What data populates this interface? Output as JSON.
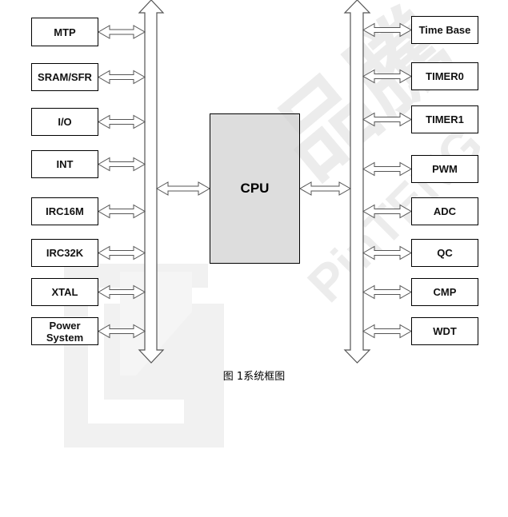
{
  "diagram": {
    "watermark": {
      "text_cn": "品騰",
      "text_en": "PinTENG",
      "color": "#ececec"
    },
    "cpu": {
      "label": "CPU",
      "fill": "#d3d3d3"
    },
    "left_blocks": [
      {
        "label": "MTP"
      },
      {
        "label": "SRAM/SFR"
      },
      {
        "label": "I/O"
      },
      {
        "label": "INT"
      },
      {
        "label": "IRC16M"
      },
      {
        "label": "IRC32K"
      },
      {
        "label": "XTAL"
      },
      {
        "label": "Power\nSystem"
      }
    ],
    "right_blocks": [
      {
        "label": "Time Base"
      },
      {
        "label": "TIMER0"
      },
      {
        "label": "TIMER1"
      },
      {
        "label": "PWM"
      },
      {
        "label": "ADC"
      },
      {
        "label": "QC"
      },
      {
        "label": "CMP"
      },
      {
        "label": "WDT"
      }
    ],
    "buses": [
      {
        "name": "left-bus",
        "direction": "bidirectional-vertical"
      },
      {
        "name": "right-bus",
        "direction": "bidirectional-vertical"
      }
    ],
    "caption": "图 1系统框图",
    "stroke_color": "#555555"
  }
}
